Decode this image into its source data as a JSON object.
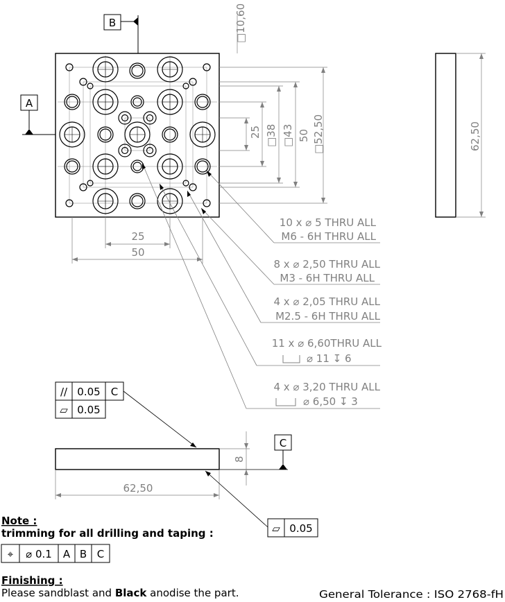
{
  "datums": {
    "a": "A",
    "b": "B",
    "c": "C"
  },
  "top_view": {
    "dims": {
      "sq_10_60": "□10,60",
      "d25_v": "25",
      "sq_38": "□38",
      "sq_43": "□43",
      "d50_v": "50",
      "sq_52_50": "□52,50",
      "d25_h": "25",
      "d50_h": "50"
    }
  },
  "side_view": {
    "dim_62_50": "62,50"
  },
  "callouts": [
    {
      "line1": "10 x ⌀ 5 THRU ALL",
      "line2": "M6 - 6H THRU ALL"
    },
    {
      "line1": "8 x ⌀ 2,50 THRU ALL",
      "line2": "M3 - 6H THRU ALL"
    },
    {
      "line1": "4 x ⌀ 2,05 THRU ALL",
      "line2": "M2.5 - 6H THRU ALL"
    },
    {
      "line1": "11 x ⌀ 6,60THRU ALL",
      "line2": "⌀ 11 ↧ 6"
    },
    {
      "line1": "4 x ⌀ 3,20 THRU ALL",
      "line2": "⌀ 6,50 ↧ 3"
    }
  ],
  "gdt": {
    "parallelism": {
      "symbol": "//",
      "value": "0.05",
      "datum": "C"
    },
    "flatness": {
      "symbol": "▱",
      "value": "0.05"
    },
    "flatness_bottom": {
      "symbol": "▱",
      "value": "0.05"
    },
    "position": {
      "symbol": "⌖",
      "value": "⌀ 0.1",
      "d1": "A",
      "d2": "B",
      "d3": "C"
    }
  },
  "front_view": {
    "dim_8": "8",
    "dim_62_50": "62,50"
  },
  "notes": {
    "note_label": "Note :",
    "note_text": "trimming for all drilling and taping :",
    "finishing_label": "Finishing :",
    "finishing_pre": "Please sandblast and ",
    "finishing_bold": "Black",
    "finishing_post": " anodise the part.",
    "tolerance": "General Tolerance : ISO 2768-fH"
  }
}
